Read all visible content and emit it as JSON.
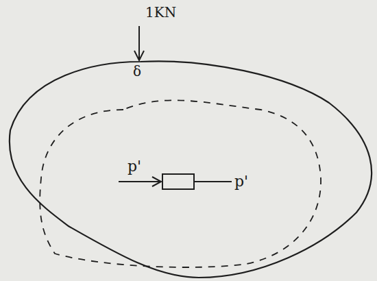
{
  "diagram": {
    "labels": [
      "1KN",
      "δ",
      "p'",
      "p'"
    ]
  }
}
